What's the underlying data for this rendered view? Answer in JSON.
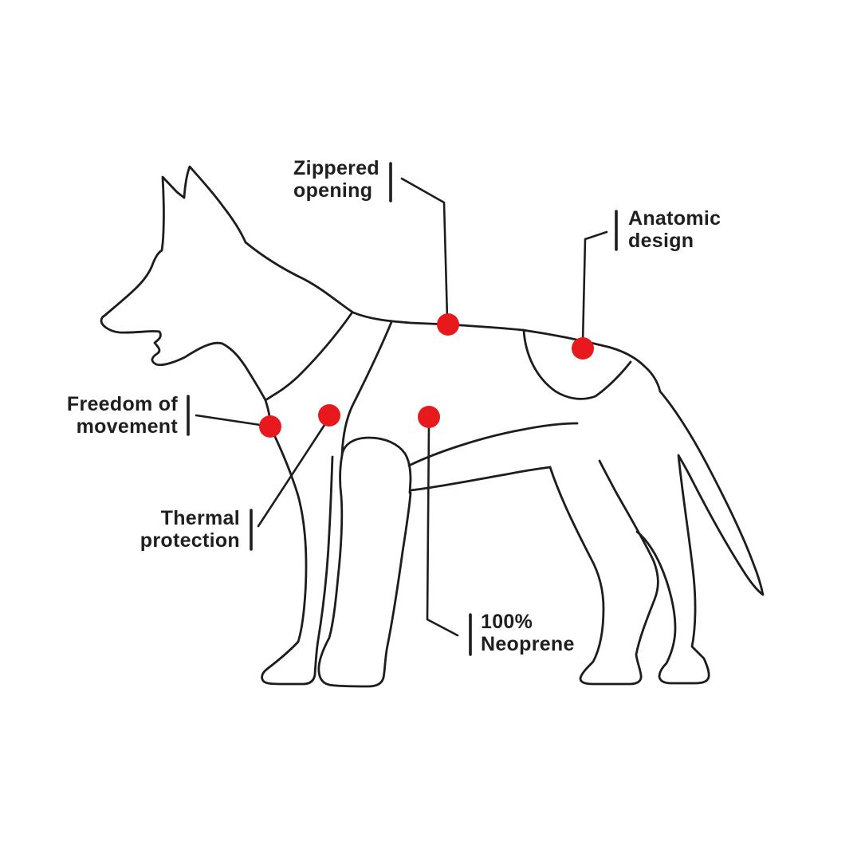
{
  "diagram": {
    "background_color": "#ffffff",
    "outline_color": "#1d1d1b",
    "marker_color": "#e8191c",
    "subject": "dog wearing neoprene vest line drawing",
    "callouts": [
      {
        "id": "zippered-opening",
        "label": "Zippered\nopening"
      },
      {
        "id": "anatomic-design",
        "label": "Anatomic\ndesign"
      },
      {
        "id": "freedom-of-movement",
        "label": "Freedom of\nmovement"
      },
      {
        "id": "thermal-protection",
        "label": "Thermal\nprotection"
      },
      {
        "id": "neoprene",
        "label": "100%\nNeoprene"
      }
    ]
  }
}
